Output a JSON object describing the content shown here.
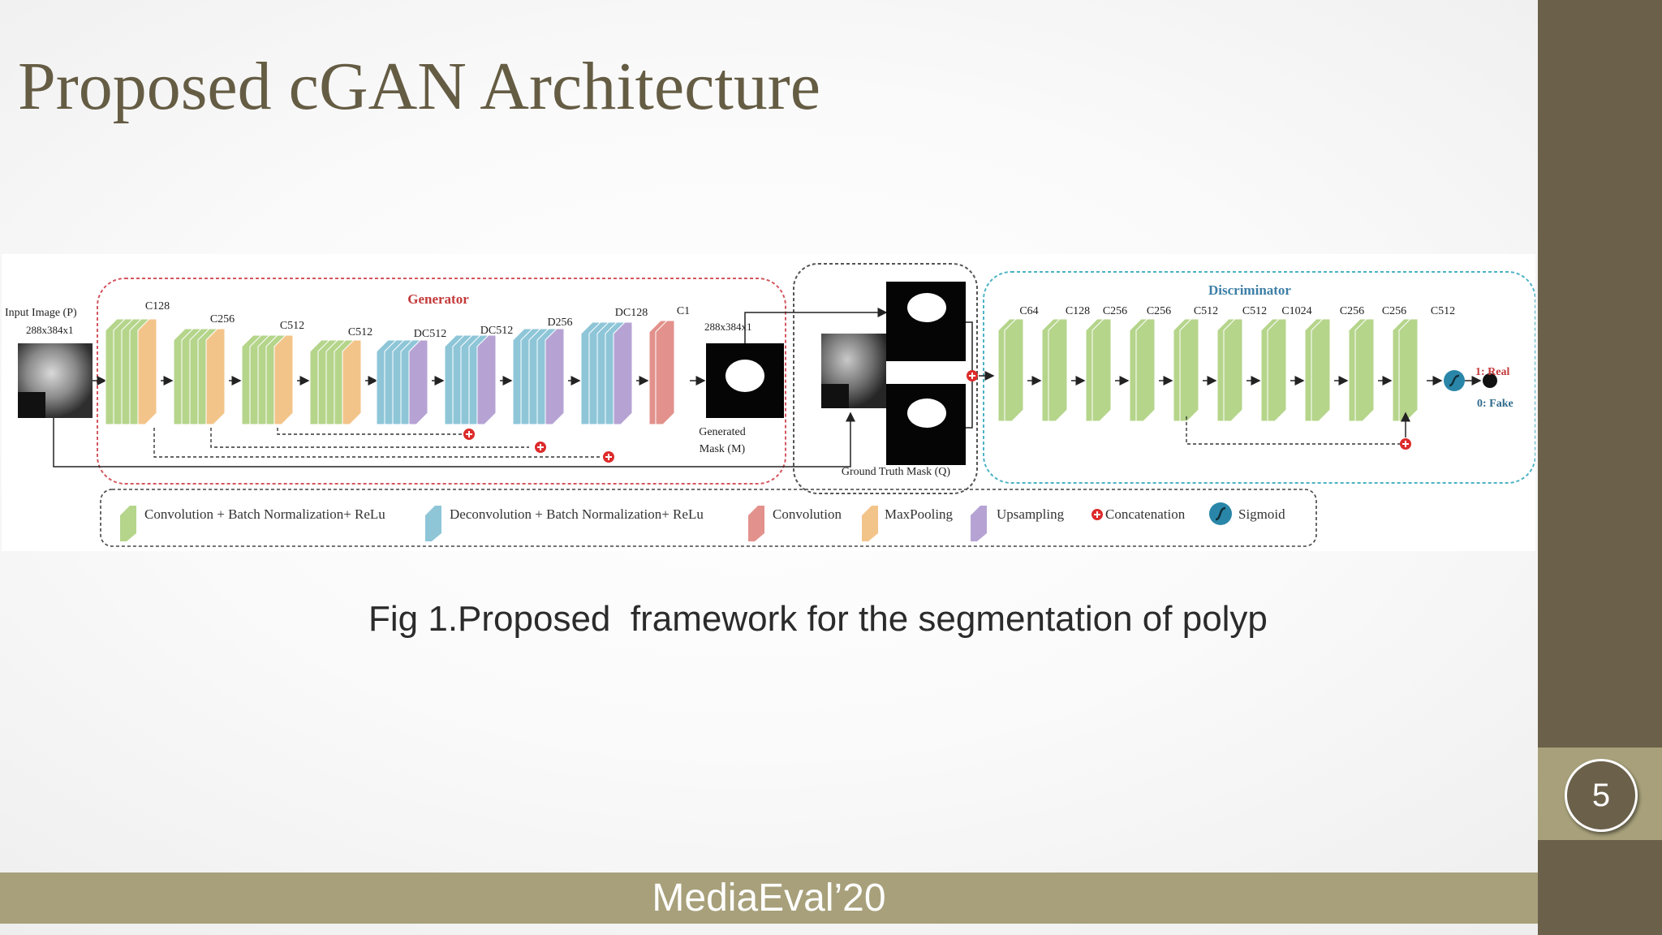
{
  "slide": {
    "title": "Proposed cGAN Architecture",
    "caption": "Fig 1.Proposed  framework for the segmentation of polyp",
    "footer": "MediaEval’20",
    "page_number": "5",
    "theme_colors": {
      "accent": "#6b604a",
      "band": "#a7a07a",
      "title": "#655c44"
    }
  },
  "figure": {
    "input_label": "Input Image (P)",
    "input_size": "288x384x1",
    "generator_title": "Generator",
    "generator_layers": [
      "C128",
      "C256",
      "C512",
      "C512",
      "DC512",
      "DC512",
      "D256",
      "DC128",
      "C1"
    ],
    "output_size": "288x384x1",
    "generated_mask_label": [
      "Generated",
      "Mask (M)"
    ],
    "ground_truth_label": "Ground Truth Mask (Q)",
    "discriminator_title": "Discriminator",
    "discriminator_layers": [
      "C64",
      "C128",
      "C256",
      "C256",
      "C512",
      "C512",
      "C1024",
      "C256",
      "C256",
      "C512"
    ],
    "output_real": "1: Real",
    "output_fake": "0: Fake",
    "legend": [
      {
        "label": "Convolution + Batch Normalization+ ReLu",
        "icon": "green-block-icon"
      },
      {
        "label": "Deconvolution + Batch Normalization+ ReLu",
        "icon": "blue-block-icon"
      },
      {
        "label": "Convolution",
        "icon": "red-block-icon"
      },
      {
        "label": "MaxPooling",
        "icon": "orange-block-icon"
      },
      {
        "label": "Upsampling",
        "icon": "purple-block-icon"
      },
      {
        "label": "Concatenation",
        "icon": "concat-plus-icon"
      },
      {
        "label": "Sigmoid",
        "icon": "sigmoid-icon"
      }
    ],
    "colors": {
      "conv_bn_relu": "#b5d58b",
      "deconv_bn_relu": "#8ec6d8",
      "convolution": "#e3918c",
      "maxpool": "#f3c48a",
      "upsampling": "#b6a3d4",
      "concat": "#dd2b2b",
      "sigmoid": "#2a86a8",
      "generator_border": "#d4575f",
      "discriminator_border": "#4bb3c4"
    }
  }
}
